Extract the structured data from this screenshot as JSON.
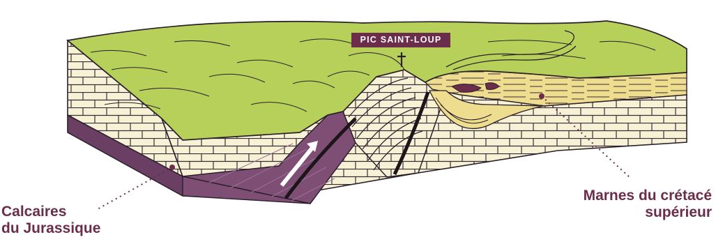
{
  "diagram": {
    "peak_label": "PIC SAINT-LOUP",
    "left_label": {
      "line1": "Calcaires",
      "line2": "du Jurassique"
    },
    "right_label": {
      "line1": "Marnes du crétacé",
      "line2": "supérieur"
    },
    "colors": {
      "grass": "#b7d05a",
      "limestone": "#f7f1d6",
      "marl": "#eedd8e",
      "lower_layer": "#7e4e74",
      "outline": "#2a1f2b",
      "accent": "#6b2d4a"
    },
    "icons": [
      "summit-cross-icon",
      "fault-motion-arrow-icon"
    ]
  }
}
